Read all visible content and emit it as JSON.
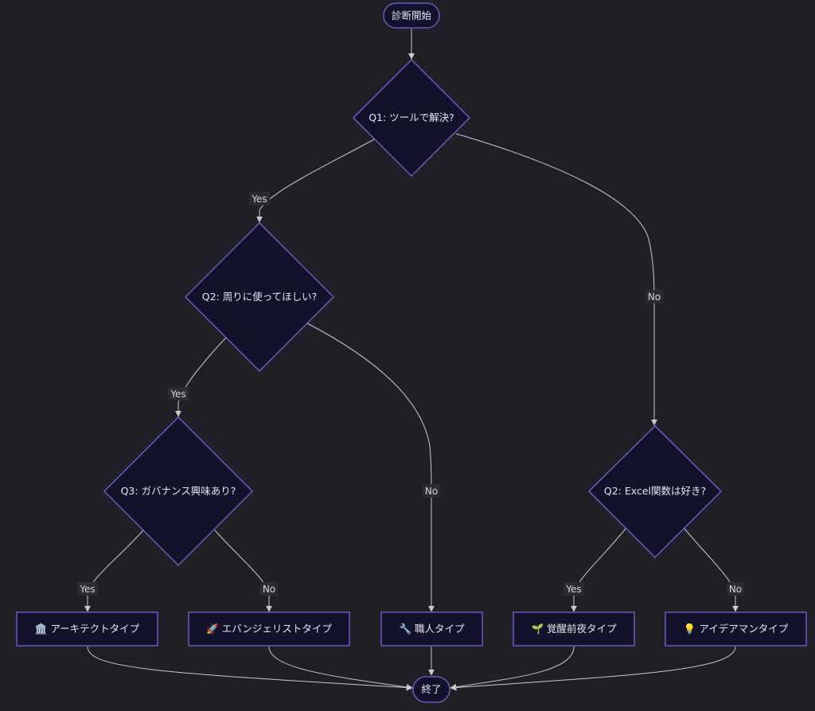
{
  "nodes": {
    "start": "診断開始",
    "q1": "Q1: ツールで解決?",
    "q2a": "Q2: 周りに使ってほしい?",
    "q3": "Q3: ガバナンス興味あり?",
    "q2b": "Q2: Excel関数は好き?",
    "architect": "🏛️ アーキテクトタイプ",
    "evangelist": "🚀 エバンジェリストタイプ",
    "craftsman": "🔧 職人タイプ",
    "awakening": "🌱 覚醒前夜タイプ",
    "idea": "💡 アイデアマンタイプ",
    "end": "終了"
  },
  "edge_labels": {
    "q1_yes": "Yes",
    "q1_no": "No",
    "q2a_yes": "Yes",
    "q2a_no": "No",
    "q3_yes": "Yes",
    "q3_no": "No",
    "q2b_yes": "Yes",
    "q2b_no": "No"
  },
  "colors": {
    "background": "#1f2025",
    "node_fill": "#12122a",
    "node_border": "#7c62d6",
    "edge": "#c9c9d1",
    "text": "#e8e6f0"
  }
}
